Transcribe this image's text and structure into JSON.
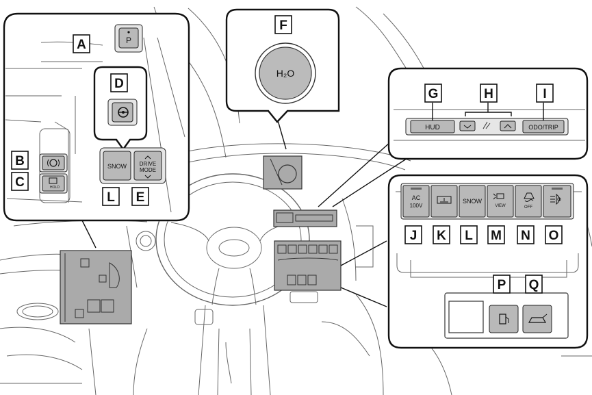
{
  "colors": {
    "button_fill": "#b9b9b9",
    "highlight_fill": "#aaaaaa",
    "outline": "#111111",
    "background": "#ffffff"
  },
  "labels": {
    "A": "A",
    "B": "B",
    "C": "C",
    "D": "D",
    "E": "E",
    "F": "F",
    "G": "G",
    "H": "H",
    "I": "I",
    "J": "J",
    "K": "K",
    "L": "L",
    "L2": "L",
    "M": "M",
    "N": "N",
    "O": "O",
    "P": "P",
    "Q": "Q"
  },
  "buttons": {
    "park": "P",
    "h2o": "H₂O",
    "hud": "HUD",
    "odo_trip": "ODO/TRIP",
    "snow_left": "SNOW",
    "drive_mode_1": "DRIVE",
    "drive_mode_2": "MODE",
    "ac_1": "AC",
    "ac_2": "100V",
    "snow_right": "SNOW",
    "view": "VIEW",
    "off": "OFF",
    "hold": "HOLD"
  },
  "icons": {
    "steering": "steering-wheel-icon",
    "parking_brake": "parking-brake-icon",
    "brake_hold": "brake-hold-icon",
    "fuel_door": "fuel-door-icon",
    "trunk": "trunk-opener-icon",
    "headlight": "auto-high-beam-icon",
    "vsc_off": "vsc-off-icon",
    "camera": "camera-view-icon",
    "heater": "heater-icon",
    "fuel_economy": "eco-indicator-icon"
  }
}
